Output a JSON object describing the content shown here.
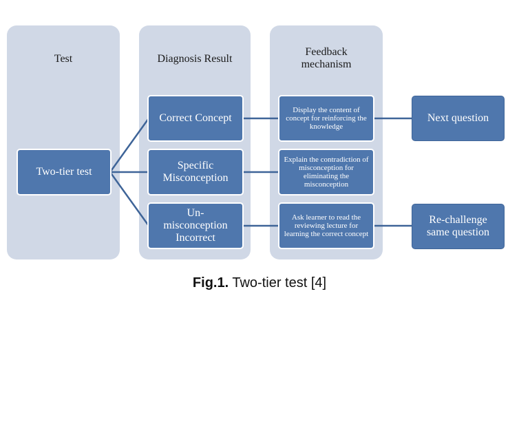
{
  "columns": {
    "test": "Test",
    "diagnosis": "Diagnosis Result",
    "feedback": "Feedback mechanism"
  },
  "nodes": {
    "two_tier_test": "Two-tier test",
    "correct_concept": "Correct Concept",
    "specific_misconception": "Specific Misconception",
    "un_misconception": "Un-misconception Incorrect",
    "feedback_display": "Display the content of concept for reinforcing the knowledge",
    "feedback_explain": "Explain the contradiction of misconception for eliminating the misconception",
    "feedback_ask": "Ask learner to read the reviewing lecture for learning the correct concept",
    "next_question": "Next question",
    "rechallenge": "Re-challenge same question"
  },
  "caption": {
    "label": "Fig.1.",
    "text": " Two-tier test [4]"
  },
  "colors": {
    "column_bg": "#d0d8e6",
    "node_fill": "#4f77ad",
    "node_border": "#ffffff",
    "connector": "#3e6498"
  }
}
